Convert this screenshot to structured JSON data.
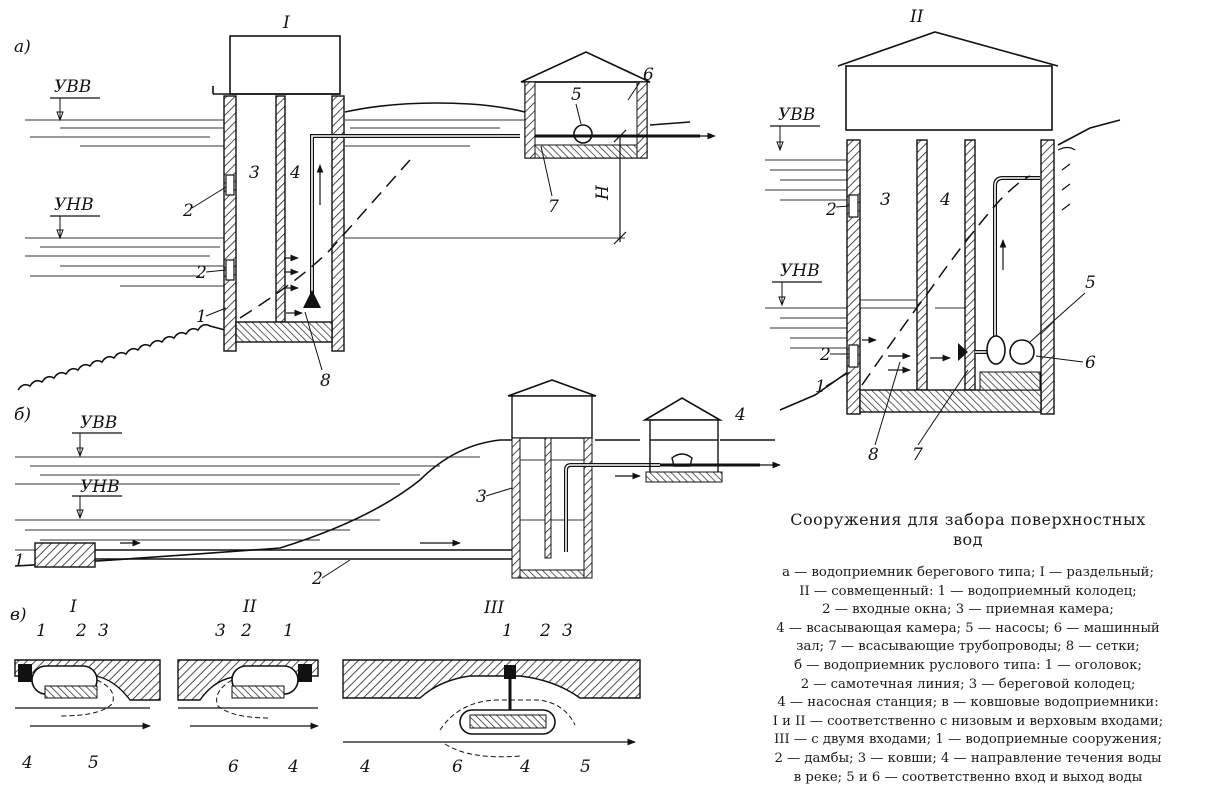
{
  "figure": {
    "panel_labels": {
      "a": "а)",
      "b": "б)",
      "v": "в)"
    },
    "roman": {
      "one": "I",
      "two": "II",
      "three": "III"
    },
    "water_levels": {
      "high": "УВВ",
      "low": "УНВ"
    },
    "height_mark": "H",
    "numbers": {
      "n1": "1",
      "n2": "2",
      "n3": "3",
      "n4": "4",
      "n5": "5",
      "n6": "6",
      "n7": "7",
      "n8": "8"
    }
  },
  "caption": {
    "title_line1": "Сооружения для забора поверхностных",
    "title_line2": "вод",
    "lines": [
      "а — водоприемник берегового типа; I — раздельный;",
      "II — совмещенный: 1 — водоприемный колодец;",
      "2 — входные окна; 3 — приемная камера;",
      "4 — всасывающая камера; 5 — насосы; 6 — машинный",
      "зал; 7 — всасывающие трубопроводы; 8 — сетки;",
      "б — водоприемник руслового типа: 1 — оголовок;",
      "2 — самотечная линия; 3 — береговой колодец;",
      "4 — насосная станция; в — ковшовые водоприемники:",
      "I и II — соответственно с низовым и верховым входами;",
      "III — с двумя входами; 1 — водоприемные сооружения;",
      "2 — дамбы; 3 — ковши; 4 — направление течения воды",
      "в реке; 5 и 6 — соответственно вход и выход воды"
    ]
  }
}
